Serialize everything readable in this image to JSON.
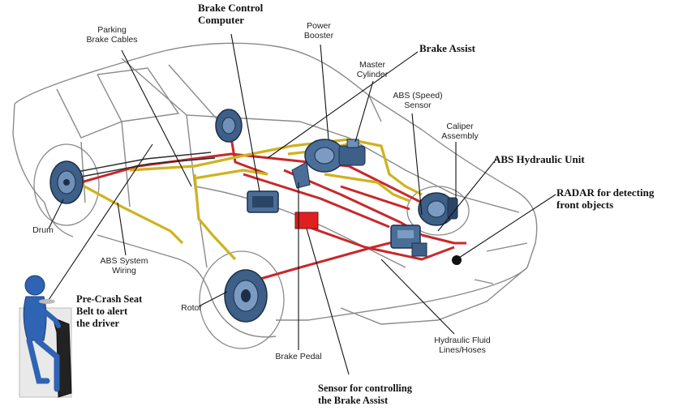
{
  "labels": {
    "parking_brake_cables": "Parking\nBrake Cables",
    "brake_control_computer": "Brake Control\nComputer",
    "power_booster": "Power\nBooster",
    "master_cylinder": "Master\nCylinder",
    "brake_assist": "Brake Assist",
    "abs_speed_sensor": "ABS (Speed)\nSensor",
    "caliper_assembly": "Caliper\nAssembly",
    "abs_hydraulic_unit": "ABS Hydraulic Unit",
    "radar": "RADAR for detecting\nfront objects",
    "drum": "Drum",
    "abs_system_wiring": "ABS System\nWiring",
    "pre_crash_seat_belt": "Pre-Crash Seat\nBelt to alert\nthe driver",
    "rotor": "Rotor",
    "brake_pedal": "Brake Pedal",
    "hydraulic_fluid_lines": "Hydraulic Fluid\nLines/Hoses",
    "sensor_brake_assist": "Sensor for controlling\nthe Brake Assist"
  },
  "colors": {
    "brake_line": "#c8282a",
    "wiring": "#e2c72c",
    "sensor_box": "#e0201e",
    "component_blue": "#4a6e98",
    "outline": "#8a8a8a",
    "driver_blue": "#2f63b3"
  }
}
